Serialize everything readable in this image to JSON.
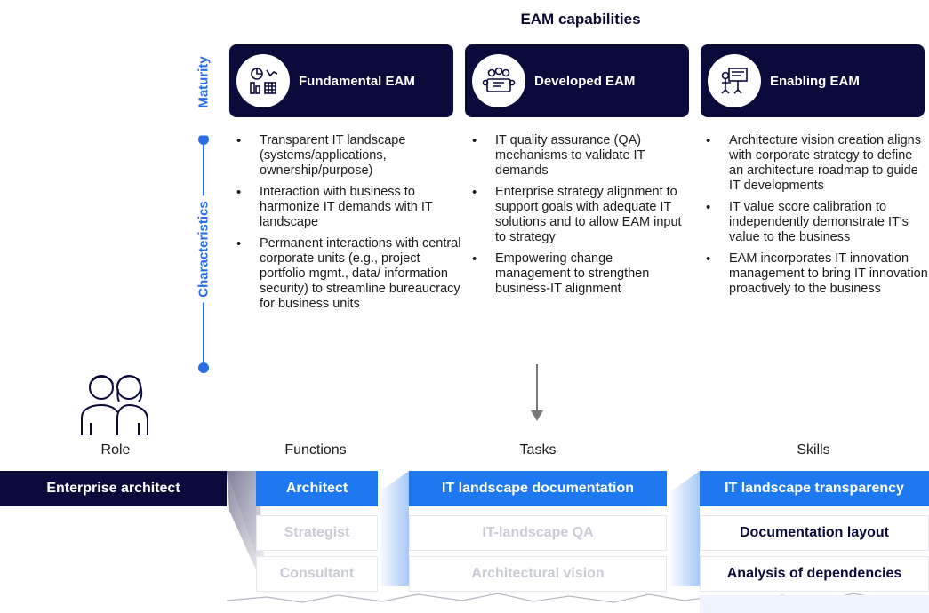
{
  "title": "EAM capabilities",
  "axis": {
    "maturity": "Maturity",
    "characteristics": "Characteristics"
  },
  "capabilities": [
    {
      "label": "Fundamental EAM",
      "icon": "analytics-chart-icon",
      "bullets": [
        "Transparent IT landscape (systems/applications, ownership/purpose)",
        "Interaction with business to harmonize IT demands with IT landscape",
        "Permanent interactions with central corporate units (e.g., project portfolio mgmt., data/ information security) to streamline bureaucracy for business units"
      ]
    },
    {
      "label": "Developed EAM",
      "icon": "meeting-table-icon",
      "bullets": [
        "IT quality assurance (QA) mechanisms to validate IT demands",
        "Enterprise strategy alignment to support goals with adequate IT solutions and to allow EAM input to strategy",
        "Empowering change management to strengthen business-IT alignment"
      ]
    },
    {
      "label": "Enabling EAM",
      "icon": "presenter-board-icon",
      "bullets": [
        "Architecture vision creation aligns with corporate strategy to define an architecture roadmap to guide IT developments",
        "IT value score calibration to independently demonstrate IT's value to the business",
        "EAM incorporates IT innovation management to bring IT innovation proactively to the business"
      ]
    }
  ],
  "columns": {
    "role": "Role",
    "functions": "Functions",
    "tasks": "Tasks",
    "skills": "Skills"
  },
  "role": "Enterprise architect",
  "functions": [
    "Architect",
    "Strategist",
    "Consultant"
  ],
  "tasks": [
    "IT landscape documentation",
    "IT-landscape QA",
    "Architectural vision"
  ],
  "skills": [
    "IT landscape transparency",
    "Documentation layout",
    "Analysis of dependencies"
  ],
  "colors": {
    "navy": "#0b0b3b",
    "blue": "#1e78f0",
    "axis": "#2a6de8"
  }
}
